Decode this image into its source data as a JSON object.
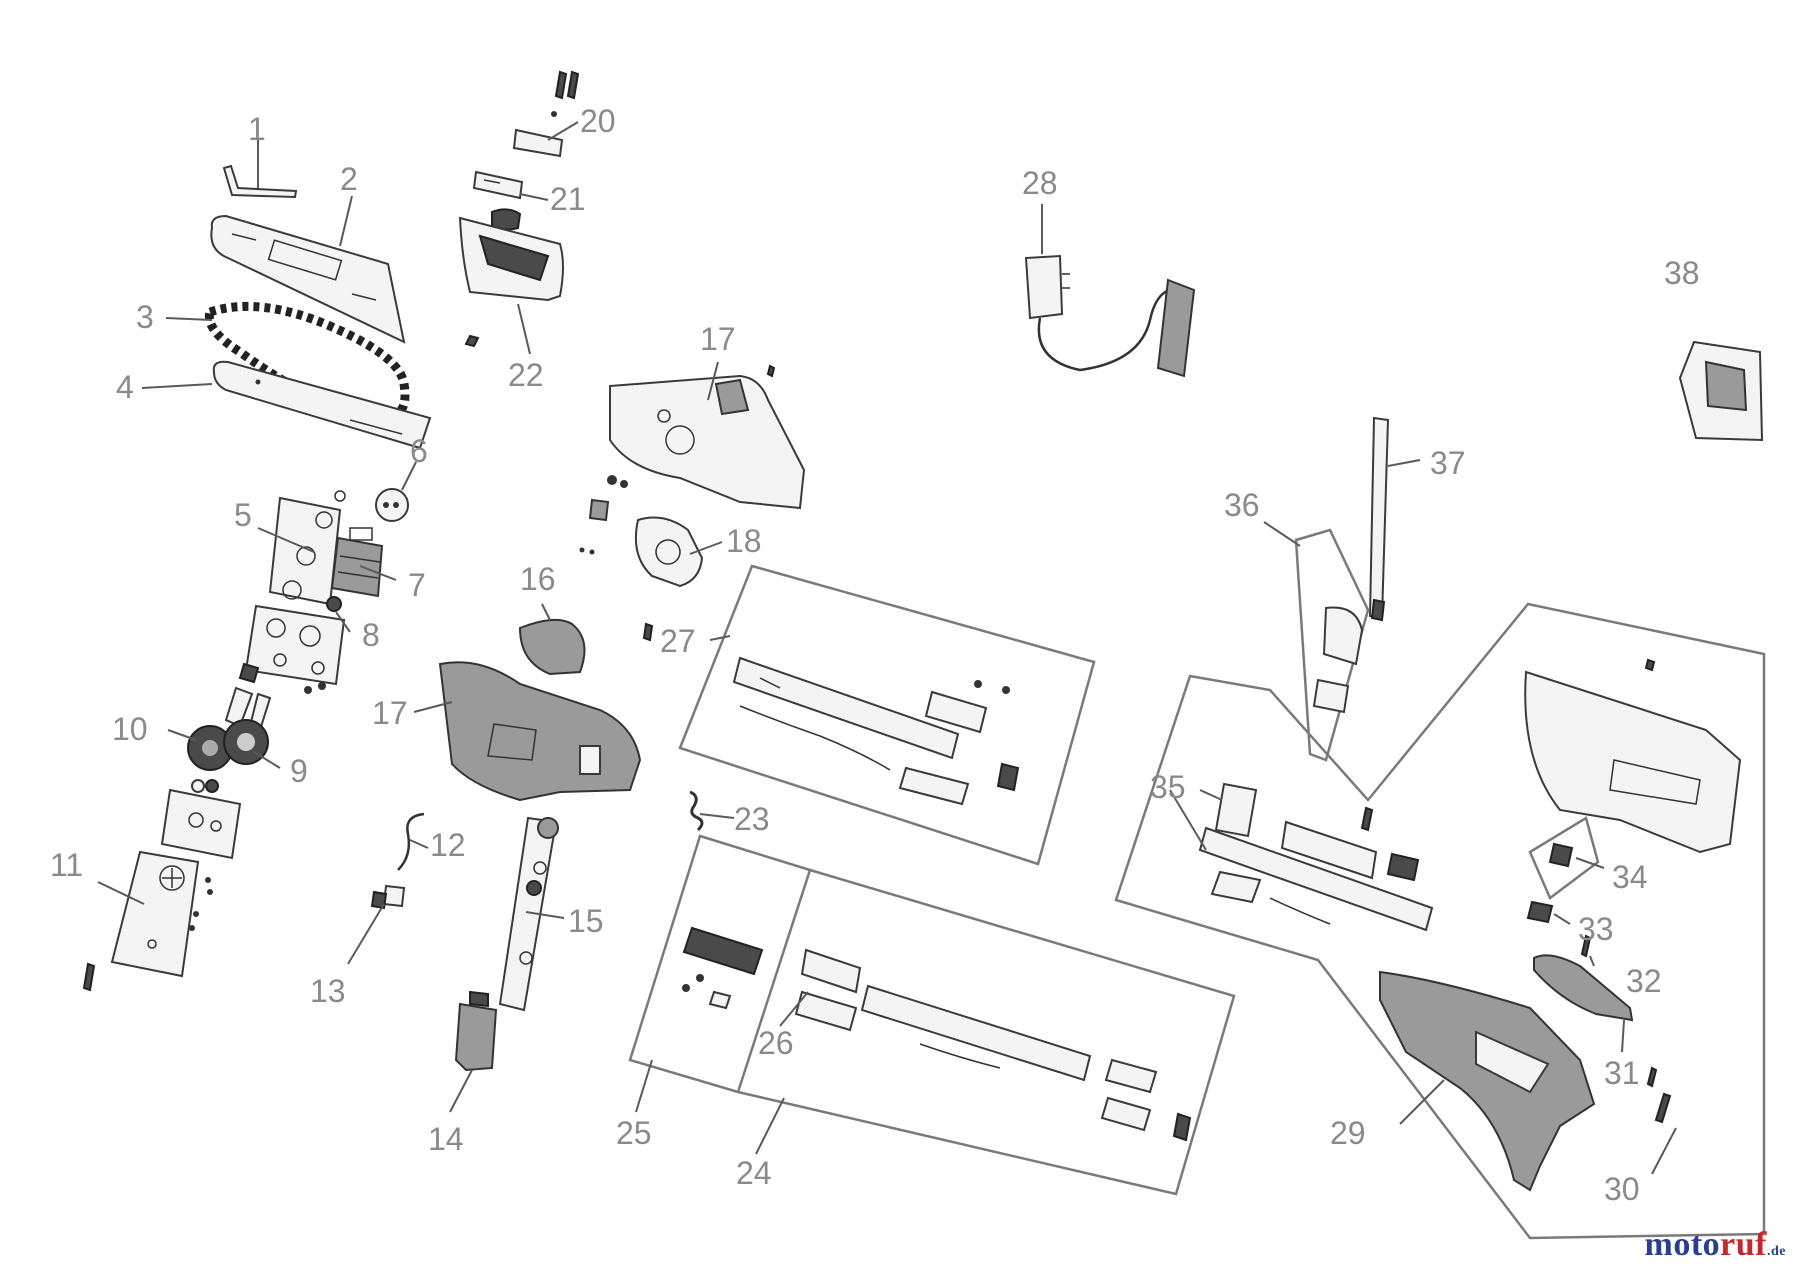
{
  "callouts": [
    {
      "id": "c1",
      "label": "1"
    },
    {
      "id": "c2",
      "label": "2"
    },
    {
      "id": "c3",
      "label": "3"
    },
    {
      "id": "c4",
      "label": "4"
    },
    {
      "id": "c5",
      "label": "5"
    },
    {
      "id": "c6",
      "label": "6"
    },
    {
      "id": "c7",
      "label": "7"
    },
    {
      "id": "c8",
      "label": "8"
    },
    {
      "id": "c9",
      "label": "9"
    },
    {
      "id": "c10",
      "label": "10"
    },
    {
      "id": "c11",
      "label": "11"
    },
    {
      "id": "c12",
      "label": "12"
    },
    {
      "id": "c13",
      "label": "13"
    },
    {
      "id": "c14",
      "label": "14"
    },
    {
      "id": "c15",
      "label": "15"
    },
    {
      "id": "c16",
      "label": "16"
    },
    {
      "id": "c17a",
      "label": "17"
    },
    {
      "id": "c17b",
      "label": "17"
    },
    {
      "id": "c18",
      "label": "18"
    },
    {
      "id": "c20",
      "label": "20"
    },
    {
      "id": "c21",
      "label": "21"
    },
    {
      "id": "c22",
      "label": "22"
    },
    {
      "id": "c23",
      "label": "23"
    },
    {
      "id": "c24",
      "label": "24"
    },
    {
      "id": "c25",
      "label": "25"
    },
    {
      "id": "c26",
      "label": "26"
    },
    {
      "id": "c27",
      "label": "27"
    },
    {
      "id": "c28",
      "label": "28"
    },
    {
      "id": "c29",
      "label": "29"
    },
    {
      "id": "c30",
      "label": "30"
    },
    {
      "id": "c31",
      "label": "31"
    },
    {
      "id": "c32",
      "label": "32"
    },
    {
      "id": "c33",
      "label": "33"
    },
    {
      "id": "c34",
      "label": "34"
    },
    {
      "id": "c35",
      "label": "35"
    },
    {
      "id": "c36",
      "label": "36"
    },
    {
      "id": "c37",
      "label": "37"
    },
    {
      "id": "c38",
      "label": "38"
    }
  ],
  "watermark": {
    "part1": "moto",
    "part2": "ruf",
    "tld": ".de"
  },
  "colors": {
    "callout": "#8a8a8a",
    "line": "#3a3a3a",
    "watermark_blue": "#2b3f8f",
    "watermark_red": "#c8262f"
  }
}
